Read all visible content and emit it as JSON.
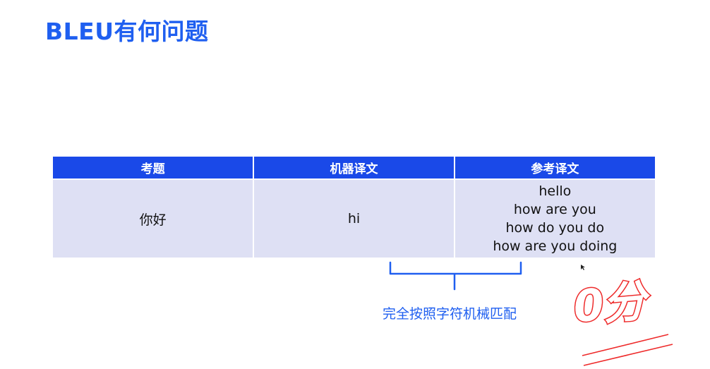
{
  "title": "BLEU有何问题",
  "table": {
    "headers": [
      "考题",
      "机器译文",
      "参考译文"
    ],
    "row": {
      "question": "你好",
      "machine": "hi",
      "references": [
        "hello",
        "how are you",
        "how do you do",
        "how are you doing"
      ]
    }
  },
  "caption": "完全按照字符机械匹配",
  "score": "0分",
  "colors": {
    "title": "#1f5ff0",
    "header_bg": "#1a49e8",
    "cell_bg": "#dee0f4",
    "annotation": "#ee2a2a"
  }
}
